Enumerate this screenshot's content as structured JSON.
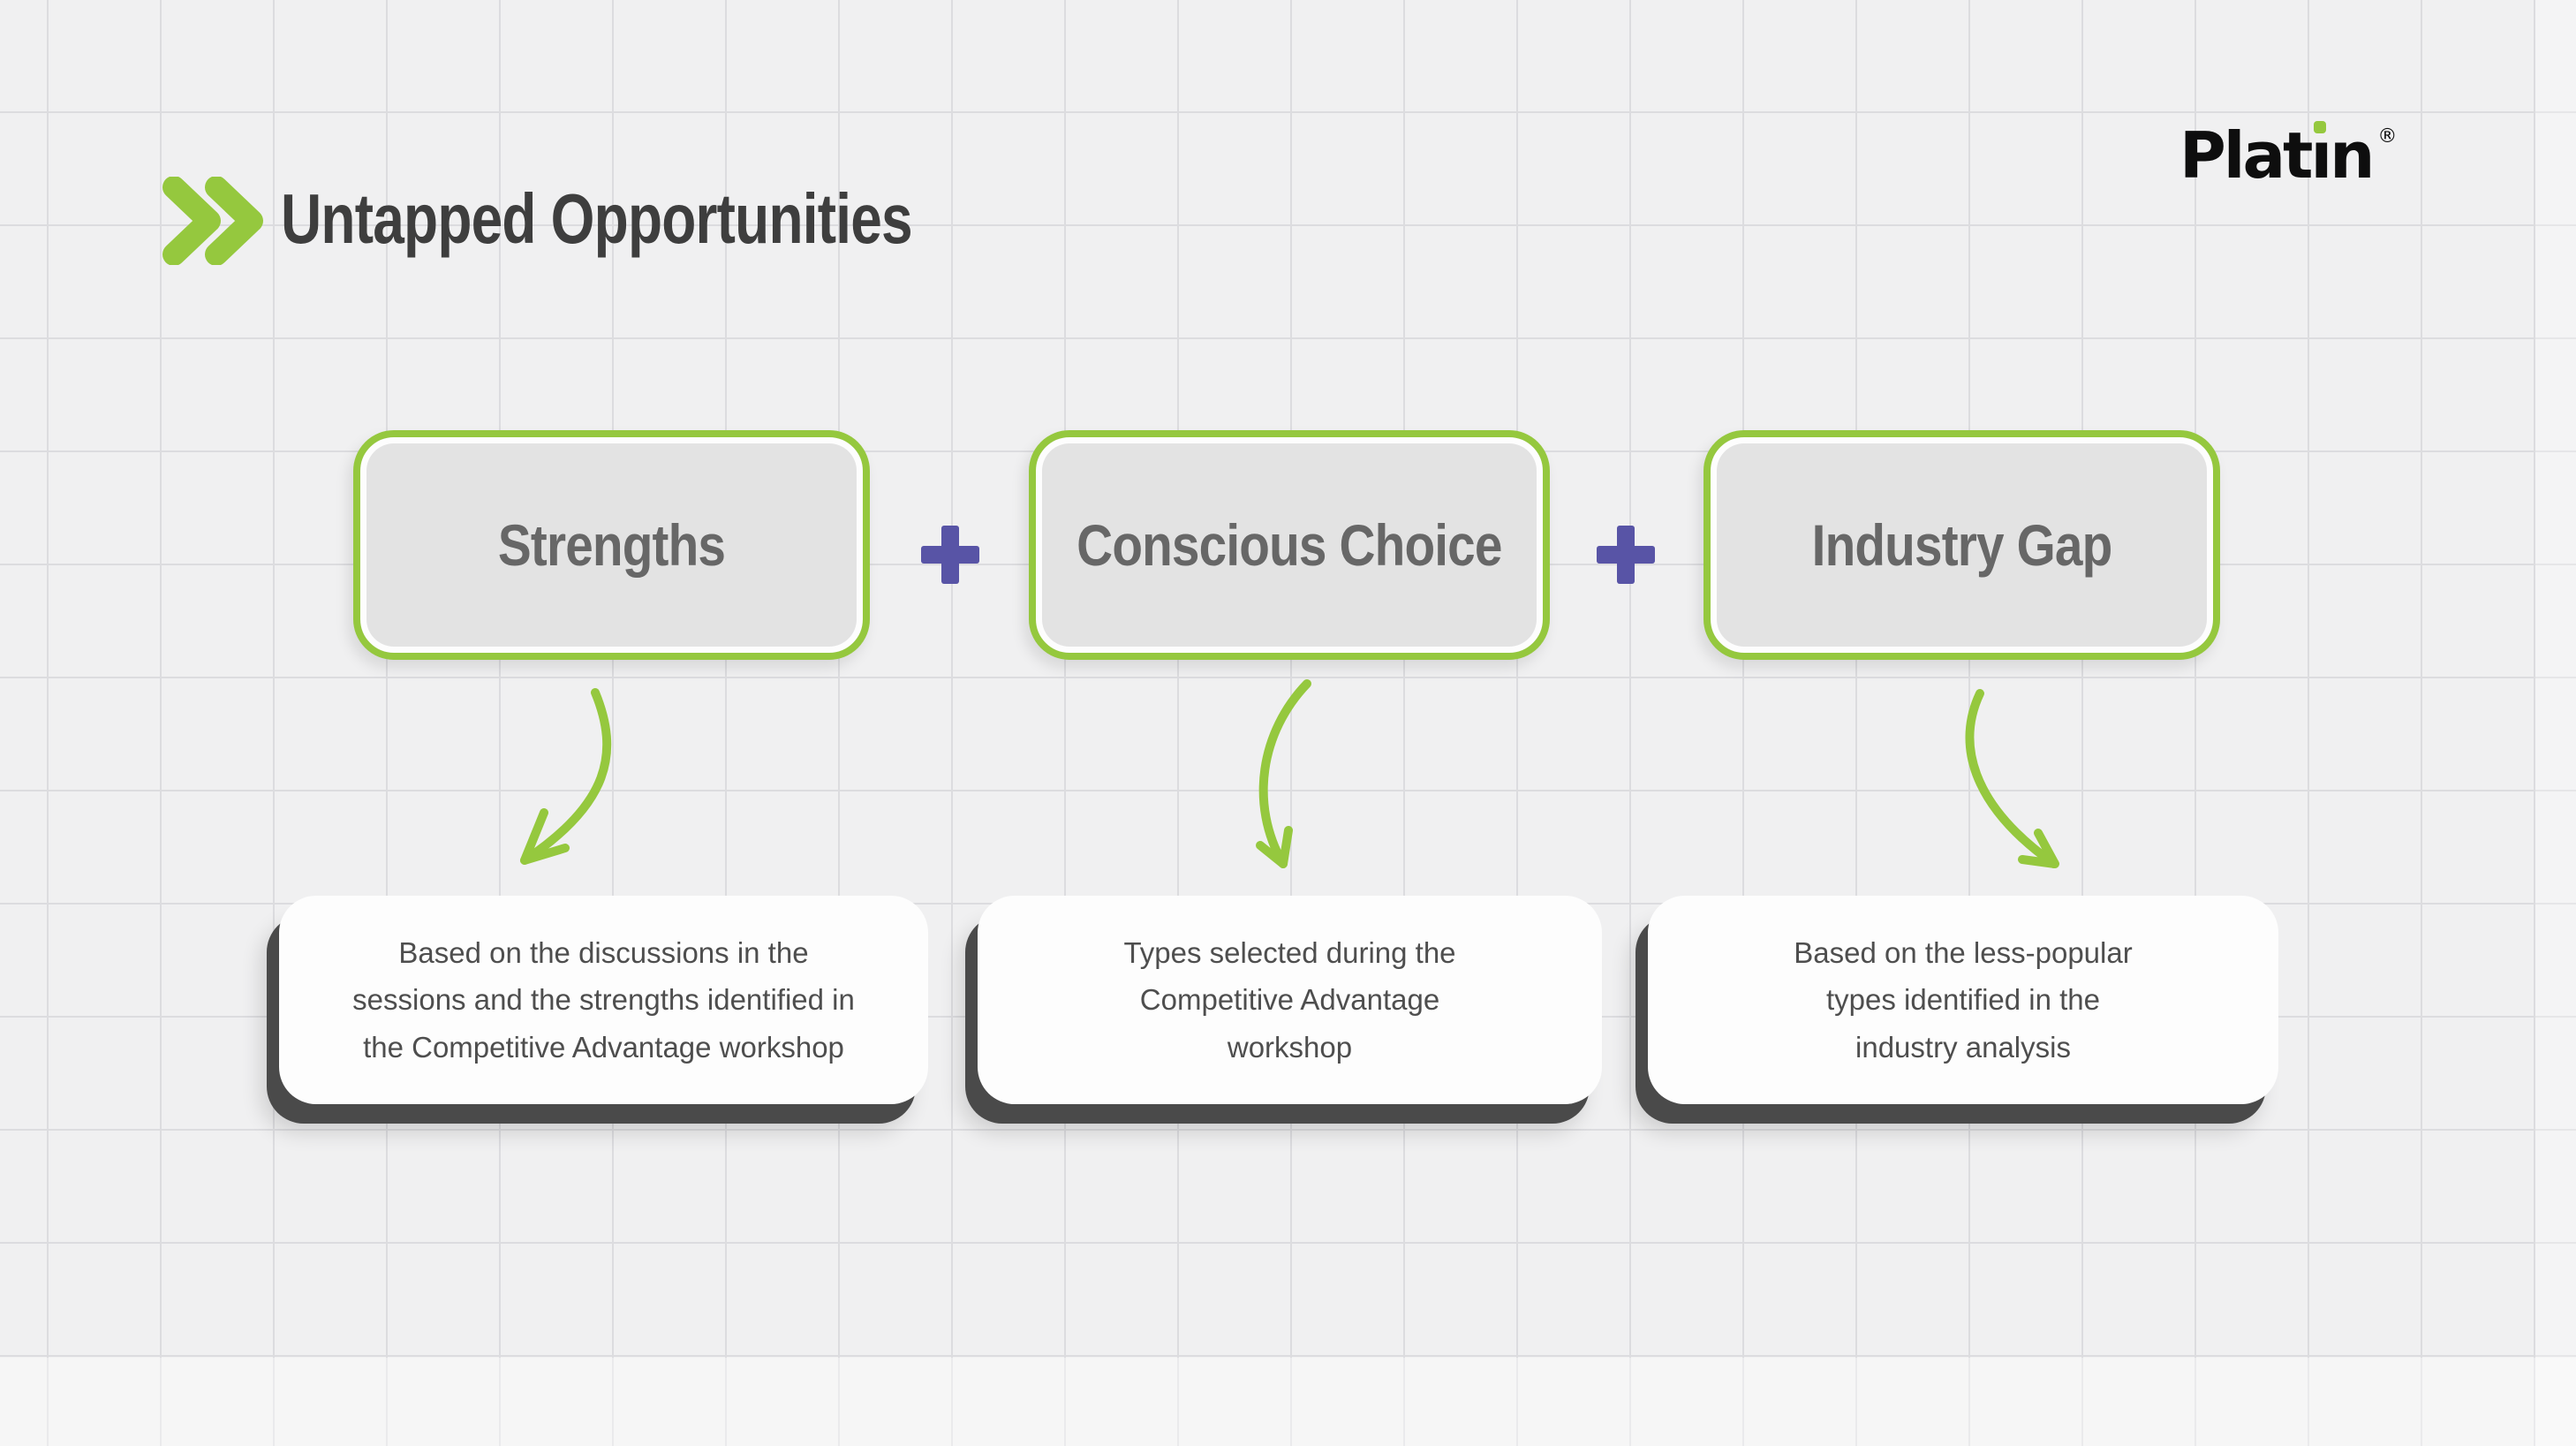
{
  "slide": {
    "title": "Untapped Opportunities",
    "logo": {
      "text": "Platin",
      "part_before_i": "Plat",
      "i_stem": "ı",
      "part_after_i": "n",
      "registered_mark": "®"
    },
    "plus_label": "+",
    "boxes": [
      {
        "label": "Strengths"
      },
      {
        "label": "Conscious Choice"
      },
      {
        "label": "Industry Gap"
      }
    ],
    "descriptions": [
      {
        "text": "Based on the discussions in the sessions and the strengths identified in the Competitive Advantage workshop",
        "lines": [
          "Based on the discussions in the",
          "sessions and the strengths identified in",
          "the Competitive Advantage workshop"
        ]
      },
      {
        "text": "Types selected during the Competitive Advantage workshop",
        "lines": [
          "Types selected during the",
          "Competitive Advantage",
          "workshop"
        ]
      },
      {
        "text": "Based on the less-popular types identified in the industry analysis",
        "lines": [
          "Based on the less-popular",
          "types identified in the",
          "industry analysis"
        ]
      }
    ],
    "colors": {
      "green": "#95c83e",
      "purple": "#5854a6",
      "box_fill": "#e3e3e3",
      "hard_shadow": "#4a4a4a",
      "title_text": "#3e3e3e",
      "heading_text": "#676767",
      "body_text": "#4e4e4e",
      "background": "#f0f0f1",
      "gridline": "#dcdcdf",
      "logo_black": "#0e0e0e"
    }
  }
}
